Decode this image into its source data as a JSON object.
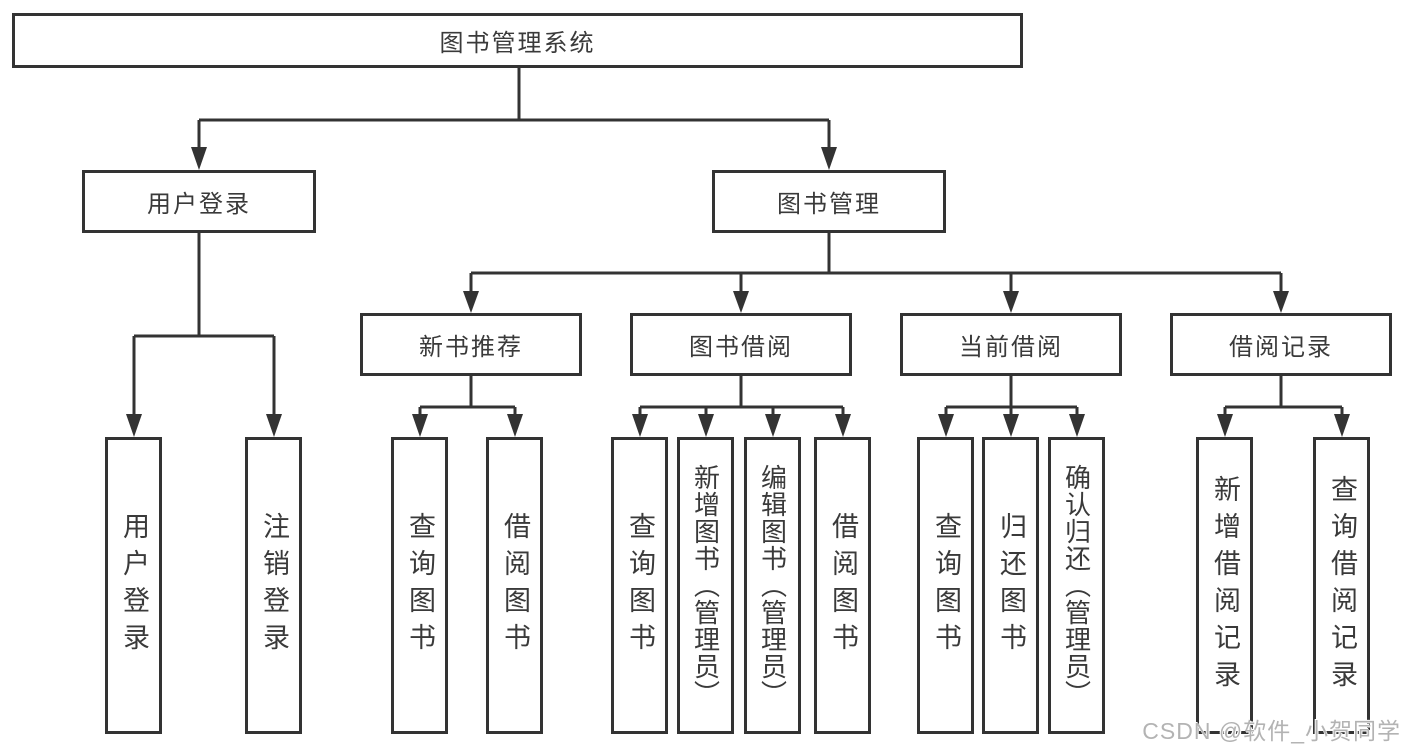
{
  "diagram_title": "图书管理系统",
  "nodes": {
    "root": {
      "label": "图书管理系统"
    },
    "user_login": {
      "label": "用户登录"
    },
    "book_mgmt": {
      "label": "图书管理"
    },
    "new_book_rec": {
      "label": "新书推荐"
    },
    "book_borrow": {
      "label": "图书借阅"
    },
    "current_borrow": {
      "label": "当前借阅"
    },
    "borrow_records": {
      "label": "借阅记录"
    },
    "leaf_user_login": {
      "label": "用户登录"
    },
    "leaf_logout": {
      "label": "注销登录"
    },
    "leaf_nbr_query_books": {
      "label": "查询图书"
    },
    "leaf_nbr_borrow_books": {
      "label": "借阅图书"
    },
    "leaf_bb_query_books": {
      "label": "查询图书"
    },
    "leaf_bb_add_books": {
      "label": "新增图书（管理员）"
    },
    "leaf_bb_edit_books": {
      "label": "编辑图书（管理员）"
    },
    "leaf_bb_borrow_books": {
      "label": "借阅图书"
    },
    "leaf_cb_query_books": {
      "label": "查询图书"
    },
    "leaf_cb_return_books": {
      "label": "归还图书"
    },
    "leaf_cb_confirm_return": {
      "label": "确认归还（管理员）"
    },
    "leaf_br_add_record": {
      "label": "新增借阅记录"
    },
    "leaf_br_query_record": {
      "label": "查询借阅记录"
    }
  },
  "watermark": {
    "text": "CSDN @软件_小贺同学"
  },
  "colors": {
    "line": "#333333",
    "text": "#3a3a3a",
    "watermark": "#b3b3b3",
    "background": "#ffffff"
  }
}
